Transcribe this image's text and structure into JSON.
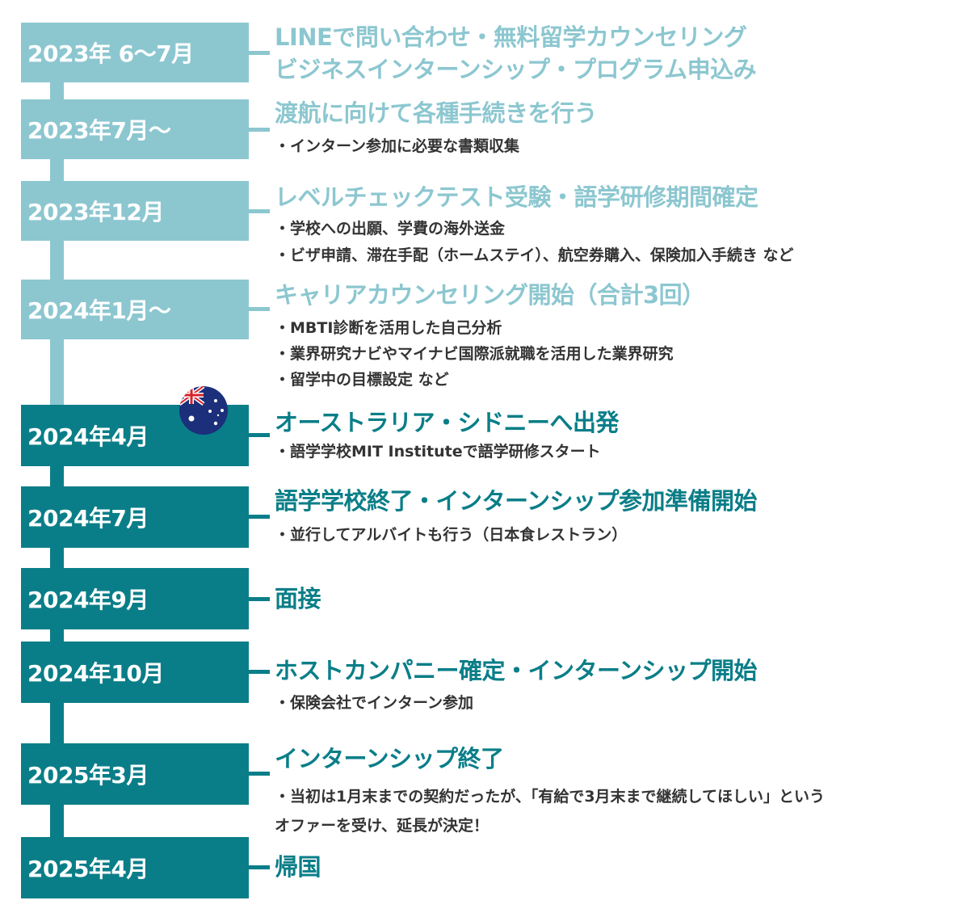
{
  "colors": {
    "light": "#8cc7d0",
    "dark": "#0a7e88",
    "text": "#333333"
  },
  "timeline": [
    {
      "date": "2023年 6〜7月",
      "title1": "LINEで問い合わせ・無料留学カウンセリング",
      "title2": "ビジネスインターンシップ・プログラム申込み"
    },
    {
      "date": "2023年7月〜",
      "title": "渡航に向けて各種手続きを行う",
      "details": [
        "・インターン参加に必要な書類収集"
      ]
    },
    {
      "date": "2023年12月",
      "title": "レベルチェックテスト受験・語学研修期間確定",
      "details": [
        "・学校への出願、学費の海外送金",
        "・ビザ申請、滞在手配（ホームステイ）、航空券購入、保険加入手続き など"
      ]
    },
    {
      "date": "2024年1月〜",
      "title": "キャリアカウンセリング開始（合計3回）",
      "details": [
        "・MBTI診断を活用した自己分析",
        "・業界研究ナビやマイナビ国際派就職を活用した業界研究",
        "・留学中の目標設定 など"
      ]
    },
    {
      "date": "2024年4月",
      "title": "オーストラリア・シドニーへ出発",
      "details": [
        "・語学学校MIT Instituteで語学研修スタート"
      ],
      "icon": "australia-flag-icon"
    },
    {
      "date": "2024年7月",
      "title": "語学学校終了・インターンシップ参加準備開始",
      "details": [
        "・並行してアルバイトも行う（日本食レストラン）"
      ]
    },
    {
      "date": "2024年9月",
      "title": "面接"
    },
    {
      "date": "2024年10月",
      "title": "ホストカンパニー確定・インターンシップ開始",
      "details": [
        "・保険会社でインターン参加"
      ]
    },
    {
      "date": "2025年3月",
      "title": "インターンシップ終了",
      "details": [
        "・当初は1月末までの契約だったが、「有給で3月末まで継続してほしい」という",
        "オファーを受け、延長が決定！"
      ]
    },
    {
      "date": "2025年4月",
      "title": "帰国"
    }
  ]
}
